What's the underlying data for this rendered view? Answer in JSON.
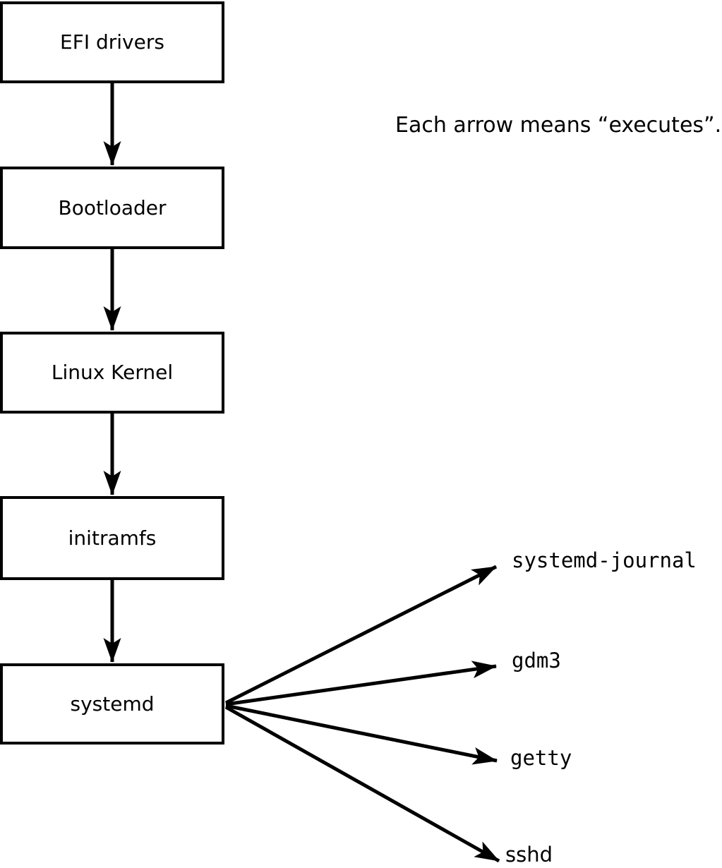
{
  "note": "Each arrow means “executes”.",
  "nodes": [
    {
      "id": "efi-drivers",
      "label": "EFI drivers"
    },
    {
      "id": "bootloader",
      "label": "Bootloader"
    },
    {
      "id": "linux-kernel",
      "label": "Linux Kernel"
    },
    {
      "id": "initramfs",
      "label": "initramfs"
    },
    {
      "id": "systemd",
      "label": "systemd"
    }
  ],
  "spawned": [
    {
      "id": "systemd-journal",
      "label": "systemd-journal"
    },
    {
      "id": "gdm3",
      "label": "gdm3"
    },
    {
      "id": "getty",
      "label": "getty"
    },
    {
      "id": "sshd",
      "label": "sshd"
    }
  ],
  "colors": {
    "background": "#ffffff",
    "box_fill": "#ffffff",
    "box_border": "#000000",
    "arrow": "#000000",
    "text": "#000000"
  }
}
